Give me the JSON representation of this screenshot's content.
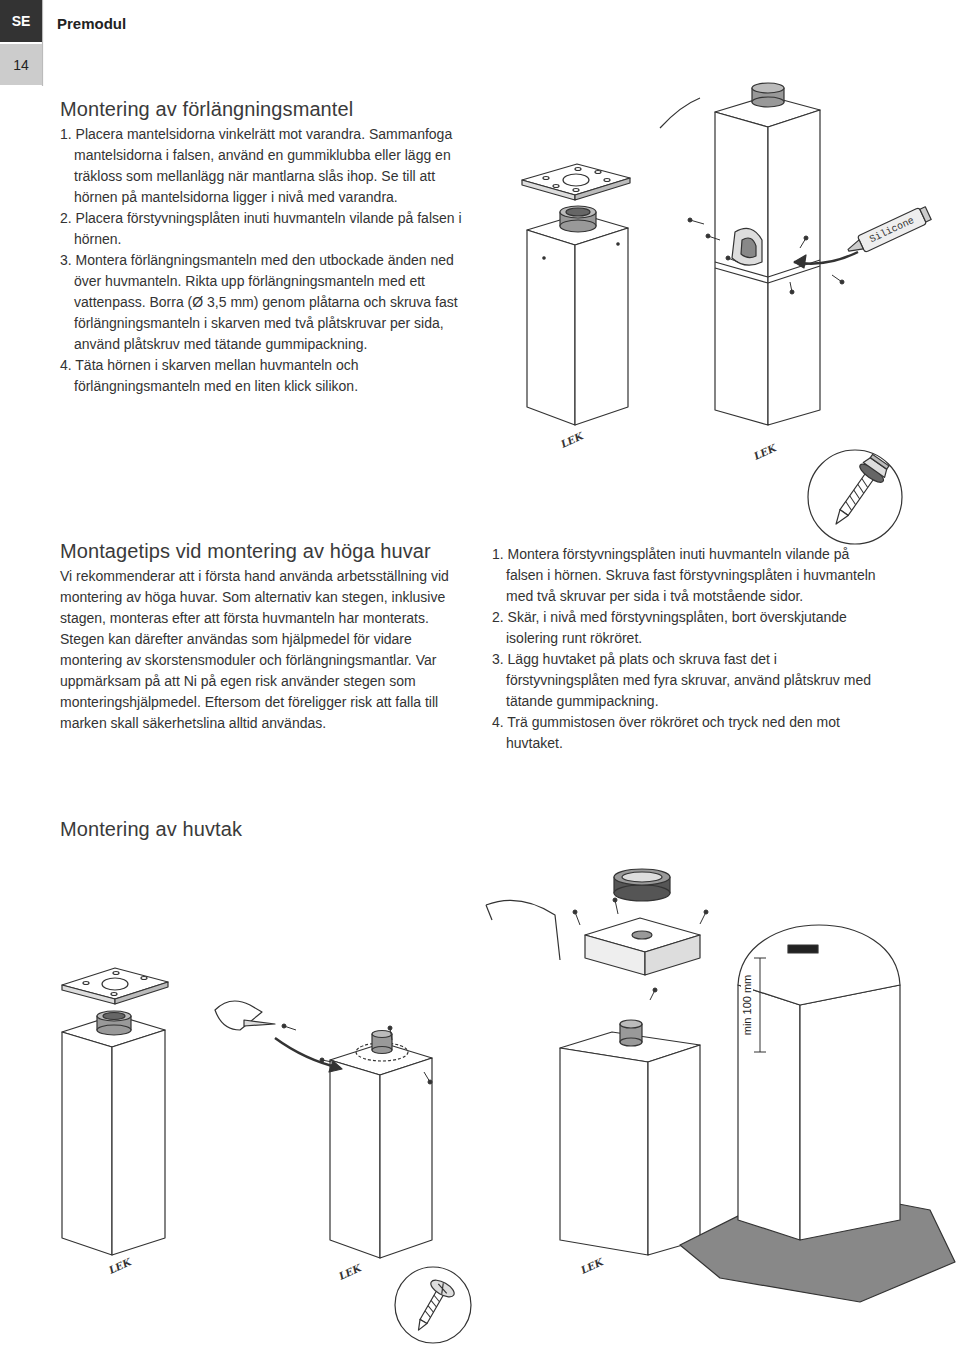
{
  "diagram": {
    "nodes": [
      {
        "text": [
          "SE"
        ]
      },
      {
        "text": [
          "14"
        ]
      }
    ],
    "labels": [
      "Premodul",
      "Montering av förlängningsmantel",
      "1. Placera mantelsidorna vinkelrätt mot varandra. Sammanfoga mantelsidorna i falsen, använd en gummiklubba eller lägg en träkloss som mellanlägg när mantlarna slås ihop. Se till att hörnen på mantelsidorna ligger i nivå med varandra.",
      "2. Placera förstyvningsplåten inuti huvmanteln vilande på falsen i hörnen.",
      "3. Montera förlängningsmanteln med den utbockade änden ned över huvmanteln. Rikta upp förlängningsmanteln med ett vattenpass. Borra (Ø 3,5 mm) genom plåtarna och skruva fast förlängningsmanteln i skarven med två plåtskruvar per sida, använd plåtskruv med tätande gummipackning.",
      "4. Täta hörnen i skarven mellan huvmanteln och förlängningsmanteln med en liten klick silikon.",
      "Silicone",
      "LEK",
      "LEK",
      "Montagetips vid montering av höga huvar",
      "Vi rekommenderar att i första hand använda arbetsställning vid montering av höga huvar. Som alternativ kan stegen, inklusive stagen, monteras efter att första huvmanteln har monterats. Stegen kan därefter användas som hjälpmedel för vidare montering av skorstensmoduler och förlängningsmantlar. Var uppmärksam på att Ni på egen risk använder stegen som monteringshjälpmedel. Eftersom det föreligger risk att falla till marken skall säkerhetslina alltid användas.",
      "1. Montera förstyvningsplåten inuti huvmanteln vilande på falsen i hörnen. Skruva fast förstyvningsplåten i huvmanteln med två skruvar per sida i två motstående sidor.",
      "2. Skär, i nivå med förstyvningsplåten, bort överskjutande isolering runt rökröret.",
      "3. Lägg huvtaket på plats och skruva fast det i förstyvningsplåten med fyra skruvar, använd plåtskruv med tätande gummipackning.",
      "4. Trä gummistosen över rökröret och tryck ned den mot huvtaket.",
      "Montering av huvtak",
      "min 100 mm",
      "LEK",
      "LEK",
      "LEK"
    ]
  }
}
